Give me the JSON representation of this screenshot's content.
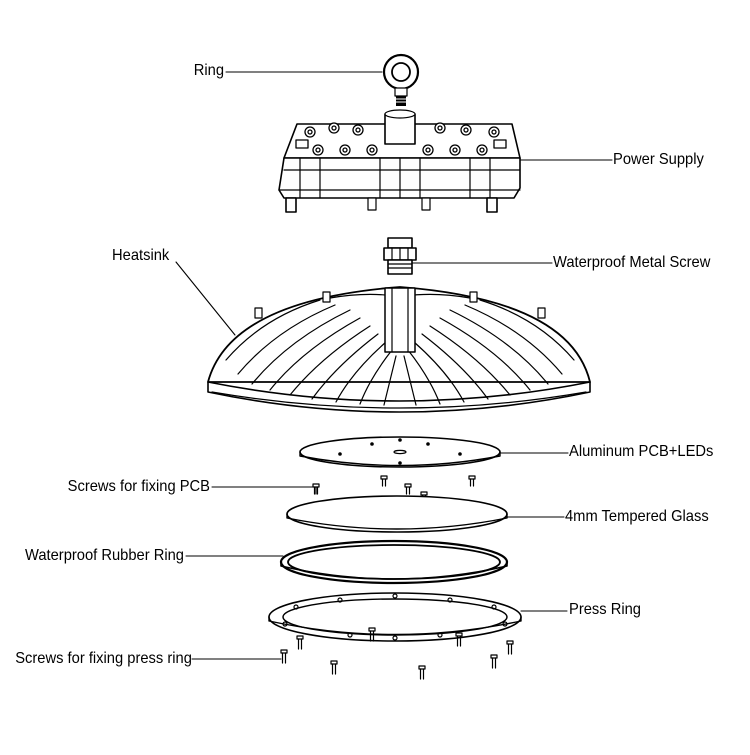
{
  "labels": {
    "ring": "Ring",
    "power_supply": "Power Supply",
    "heatsink": "Heatsink",
    "waterproof_metal_screw": "Waterproof Metal Screw",
    "aluminum_pcb_leds": "Aluminum PCB+LEDs",
    "screws_fixing_pcb": "Screws for fixing PCB",
    "tempered_glass": "4mm Tempered Glass",
    "waterproof_rubber_ring": "Waterproof Rubber Ring",
    "press_ring": "Press Ring",
    "screws_fixing_press_ring": "Screws for fixing press ring"
  },
  "colors": {
    "line": "#000000",
    "background": "#ffffff"
  }
}
